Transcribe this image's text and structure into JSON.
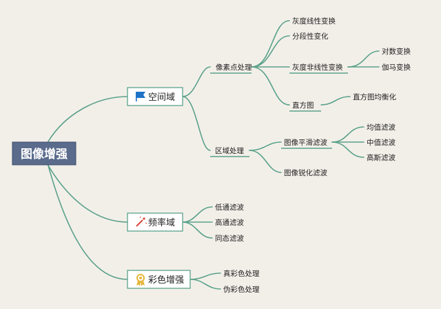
{
  "root": {
    "label": "图像增强"
  },
  "branches": {
    "spatial": {
      "label": "空间域",
      "icon": "flag-icon",
      "point": {
        "label": "像素点处理",
        "gray_linear": "灰度线性变换",
        "piecewise": "分段性变化",
        "gray_nonlinear": {
          "label": "灰度非线性变换",
          "log": "对数变换",
          "gamma": "伽马变换"
        },
        "histogram": {
          "label": "直方图",
          "equalization": "直方图均衡化"
        }
      },
      "region": {
        "label": "区域处理",
        "smoothing": {
          "label": "图像平滑滤波",
          "mean": "均值滤波",
          "median": "中值滤波",
          "gaussian": "高斯滤波"
        },
        "sharpening": "图像锐化滤波"
      }
    },
    "frequency": {
      "label": "频率域",
      "icon": "magic-wand-icon",
      "lowpass": "低通滤波",
      "highpass": "高通滤波",
      "homomorphic": "同态滤波"
    },
    "color": {
      "label": "彩色增强",
      "icon": "award-ribbon-icon",
      "true_color": "真彩色处理",
      "pseudo_color": "伪彩色处理"
    }
  },
  "colors": {
    "background": "#f2efe9",
    "line": "#5aa18a",
    "root_fill": "#5a6b8c",
    "flag": "#1e73c8",
    "wand": "#d94a3a",
    "ribbon": "#e5b63a"
  }
}
